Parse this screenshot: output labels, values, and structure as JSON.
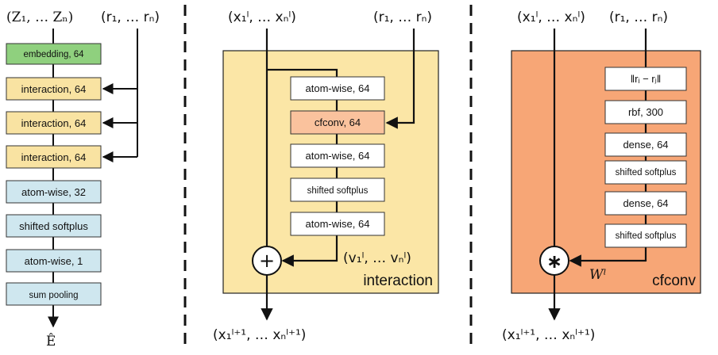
{
  "colors": {
    "embedding_fill": "#8fd07e",
    "interaction_fill": "#f9e3a2",
    "atomwise_fill": "#cfe7ef",
    "panel_interaction_bg": "#fbe6a6",
    "panel_cfconv_bg": "#f7a676",
    "cfconv_box_fill": "#fac29d",
    "white_box": "#ffffff",
    "stroke": "#111111"
  },
  "left": {
    "input_z": "(Z₁, … Zₙ)",
    "input_r": "(r₁, … rₙ)",
    "layers": [
      {
        "label": "embedding, 64",
        "kind": "embedding"
      },
      {
        "label": "interaction, 64",
        "kind": "interaction"
      },
      {
        "label": "interaction, 64",
        "kind": "interaction"
      },
      {
        "label": "interaction, 64",
        "kind": "interaction"
      },
      {
        "label": "atom-wise, 32",
        "kind": "atomwise"
      },
      {
        "label": "shifted softplus",
        "kind": "atomwise"
      },
      {
        "label": "atom-wise, 1",
        "kind": "atomwise"
      },
      {
        "label": "sum pooling",
        "kind": "atomwise"
      }
    ],
    "output": "Ê"
  },
  "interaction": {
    "input_x": "(x₁ˡ, … xₙˡ)",
    "input_r": "(r₁, … rₙ)",
    "boxes": [
      {
        "label": "atom-wise, 64",
        "highlight": false
      },
      {
        "label": "cfconv, 64",
        "highlight": true
      },
      {
        "label": "atom-wise, 64",
        "highlight": false
      },
      {
        "label": "shifted softplus",
        "highlight": false
      },
      {
        "label": "atom-wise, 64",
        "highlight": false
      }
    ],
    "v_label": "(v₁ˡ, … vₙˡ)",
    "plus_symbol": "+",
    "title": "interaction",
    "output": "(x₁ˡ⁺¹, … xₙˡ⁺¹)"
  },
  "cfconv": {
    "input_x": "(x₁ˡ, … xₙˡ)",
    "input_r": "(r₁, … rₙ)",
    "boxes": [
      {
        "label": "‖rᵢ − rⱼ‖"
      },
      {
        "label": "rbf, 300"
      },
      {
        "label": "dense, 64"
      },
      {
        "label": "shifted softplus"
      },
      {
        "label": "dense, 64"
      },
      {
        "label": "shifted softplus"
      }
    ],
    "w_label": "Wˡ",
    "star_symbol": "∗",
    "title": "cfconv",
    "output": "(x₁ˡ⁺¹, … xₙˡ⁺¹)"
  }
}
